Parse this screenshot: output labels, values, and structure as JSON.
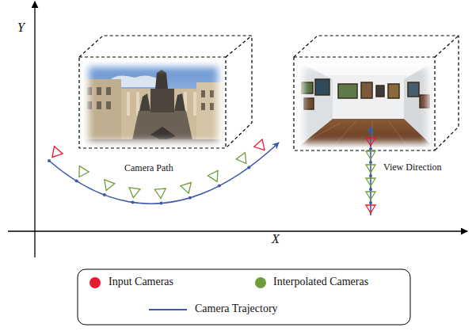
{
  "diagram": {
    "labels": [
      "Y",
      "X",
      "Camera Path",
      "View Direction"
    ],
    "legend": [
      {
        "text": "Input Cameras",
        "color": "#e8192c"
      },
      {
        "text": "Interpolated Cameras",
        "color": "#6e9e3a"
      },
      {
        "text": "Camera Trajectory"
      }
    ]
  }
}
